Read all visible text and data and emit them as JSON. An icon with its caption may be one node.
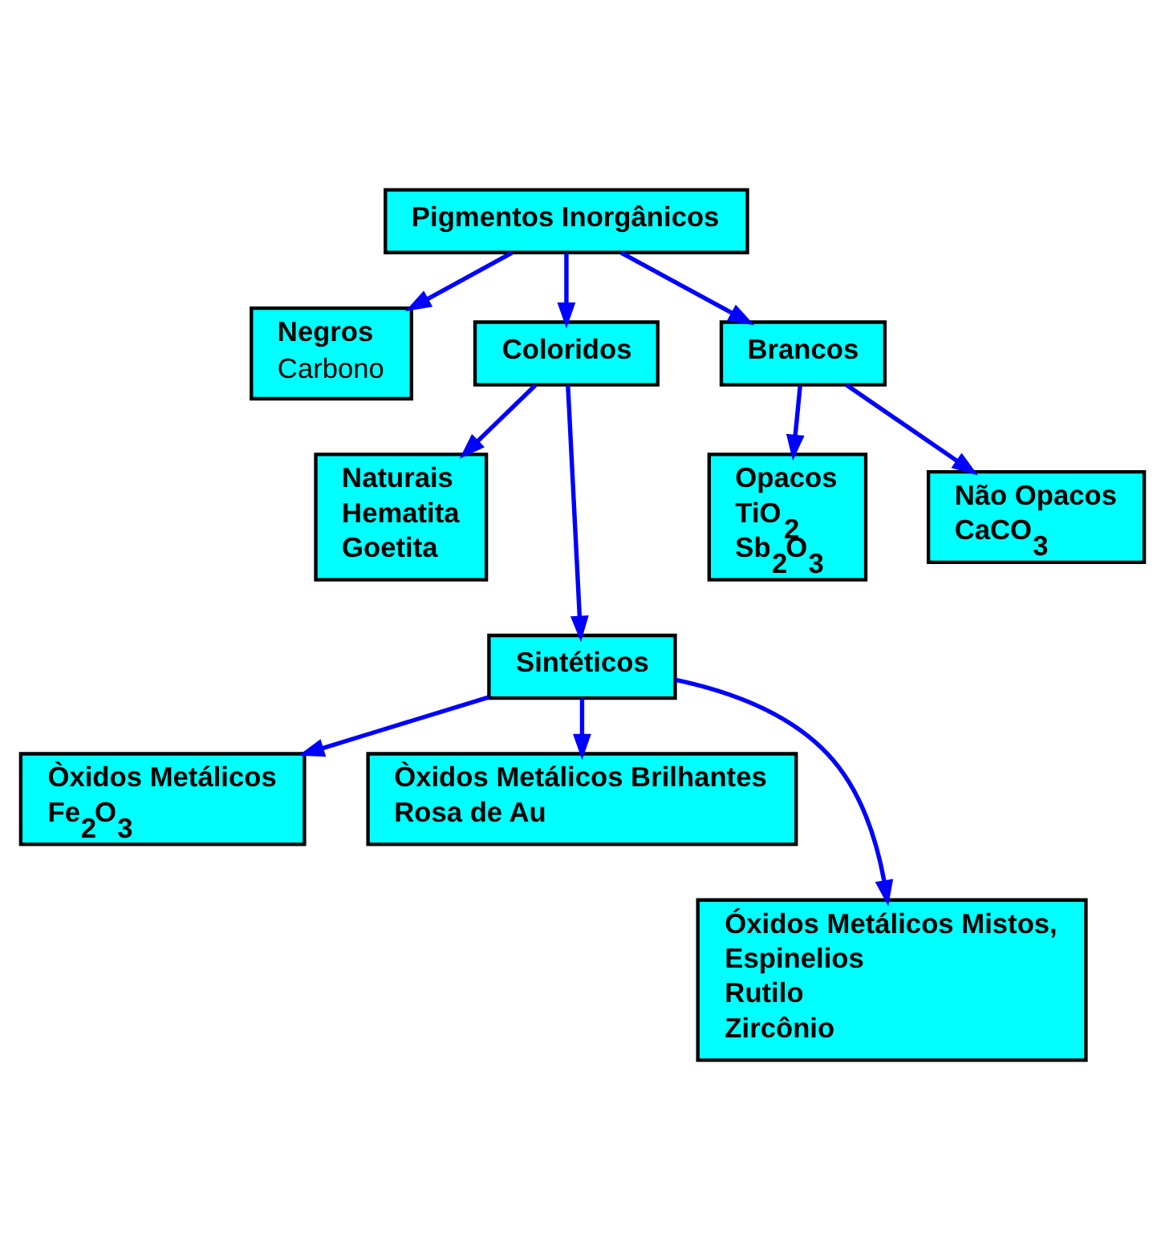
{
  "diagram": {
    "nodes": [
      {
        "text": [
          "Pigmentos Inorgânicos"
        ]
      },
      {
        "text": [
          "Negros",
          "Carbono"
        ]
      },
      {
        "text": [
          "Coloridos"
        ]
      },
      {
        "text": [
          "Brancos"
        ]
      },
      {
        "text": [
          "Naturais",
          "Hematita",
          "Goetita"
        ]
      },
      {
        "text": [
          "Opacos",
          "TiO$_{2}$",
          "Sb$_{2}$O$_{3}$"
        ]
      },
      {
        "text": [
          "Não Opacos",
          "CaCO$_{3}$"
        ]
      },
      {
        "text": [
          "Sintéticos"
        ]
      },
      {
        "text": [
          "Òxidos Metálicos",
          "Fe$_{2}$O$_{3}$"
        ]
      },
      {
        "text": [
          "Òxidos Metálicos Brilhantes",
          "Rosa de Au"
        ]
      },
      {
        "text": [
          "Óxidos Metálicos Mistos,",
          "Espinelios",
          "Rutilo",
          "Zircônio"
        ]
      }
    ],
    "edges": [
      {
        "from": 0,
        "to": 1,
        "arrow": "to"
      },
      {
        "from": 0,
        "to": 2,
        "arrow": "to"
      },
      {
        "from": 0,
        "to": 3,
        "arrow": "to"
      },
      {
        "from": 2,
        "to": 4,
        "arrow": "to"
      },
      {
        "from": 2,
        "to": 7,
        "arrow": "to"
      },
      {
        "from": 3,
        "to": 5,
        "arrow": "to"
      },
      {
        "from": 3,
        "to": 6,
        "arrow": "to"
      },
      {
        "from": 7,
        "to": 8,
        "arrow": "to"
      },
      {
        "from": 7,
        "to": 9,
        "arrow": "to"
      },
      {
        "from": 7,
        "to": 10,
        "arrow": "to"
      }
    ]
  }
}
